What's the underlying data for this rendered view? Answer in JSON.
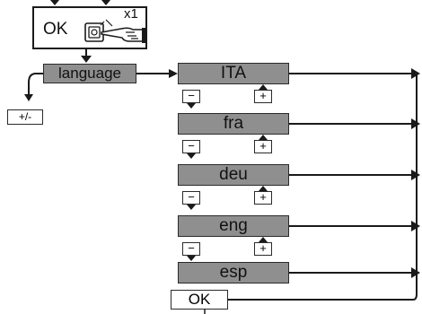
{
  "top_panel": {
    "ok_label": "OK",
    "press_count": "x1"
  },
  "menu": {
    "label": "language"
  },
  "decrement_label": "+/-",
  "options": [
    {
      "label": "ITA"
    },
    {
      "label": "fra"
    },
    {
      "label": "deu"
    },
    {
      "label": "eng"
    },
    {
      "label": "esp"
    }
  ],
  "stepper": {
    "minus": "−",
    "plus": "+"
  },
  "confirm_label": "OK",
  "colors": {
    "box_fill": "#8f8f8f",
    "line": "#1a1a1a"
  },
  "icons": [
    "knob-icon",
    "pointing-hand-icon",
    "arrow-icon"
  ]
}
